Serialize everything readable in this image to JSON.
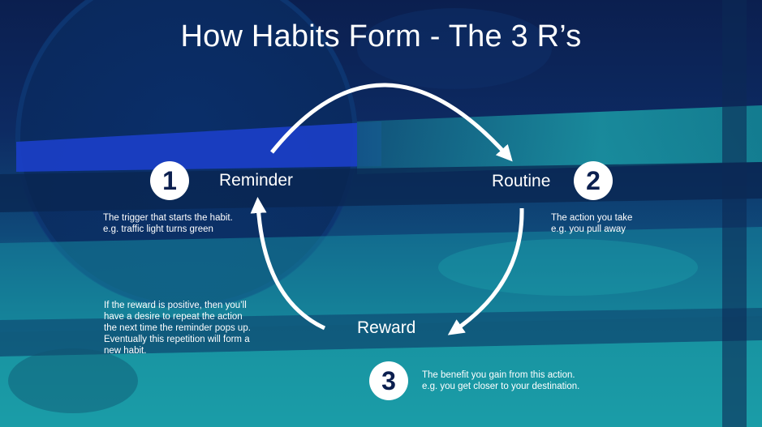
{
  "slide": {
    "title": "How Habits Form - The 3 R’s"
  },
  "steps": [
    {
      "number": "1",
      "label": "Reminder",
      "description": [
        "The trigger that starts the habit.",
        "e.g. traffic light turns green"
      ]
    },
    {
      "number": "2",
      "label": "Routine",
      "description": [
        "The action you take",
        "e.g. you pull away"
      ]
    },
    {
      "number": "3",
      "label": "Reward",
      "description": [
        "The benefit you gain from this action.",
        "e.g. you get closer to your destination."
      ]
    }
  ],
  "loop_note": [
    "If the reward is positive, then you’ll",
    "have a desire to repeat the action",
    "the next time the reminder pops up.",
    "Eventually this repetition will form a",
    "new habit."
  ],
  "colors": {
    "text": "#ffffff",
    "badge_fill": "#ffffff",
    "badge_text": "#0b1f4f",
    "accent_blue": "#1b3fc9",
    "accent_teal": "#1fa3ad"
  }
}
